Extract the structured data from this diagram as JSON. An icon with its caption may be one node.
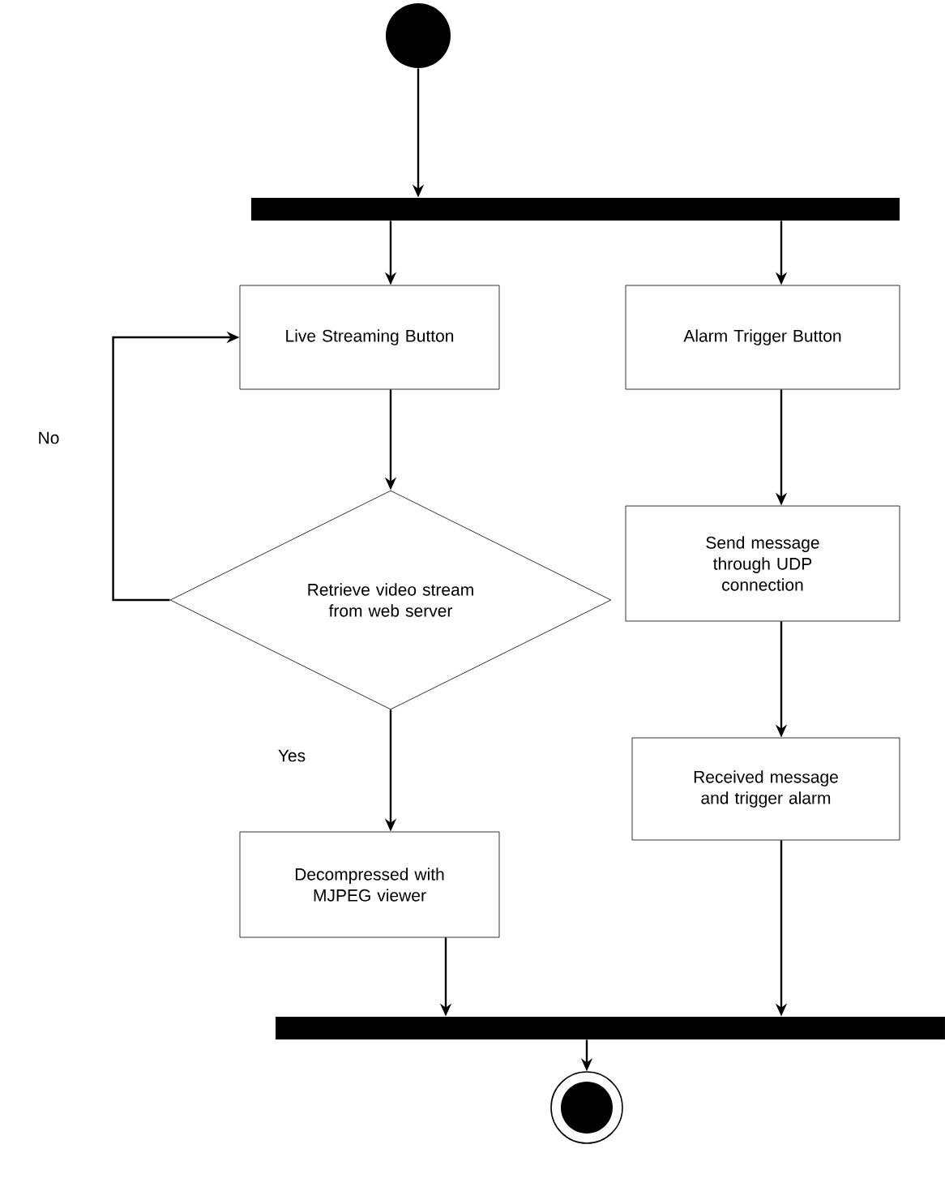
{
  "diagram": {
    "nodes": [
      {
        "text": [],
        "shape": "circle"
      },
      {
        "text": [],
        "shape": "bar"
      },
      {
        "text": [
          "Live Streaming Button"
        ]
      },
      {
        "text": [
          "Alarm Trigger Button"
        ]
      },
      {
        "text": [
          "Retrieve video stream from web server"
        ]
      },
      {
        "text": [
          "Send message through UDP connection"
        ]
      },
      {
        "text": [
          "Received message and trigger alarm"
        ]
      },
      {
        "text": [
          "Decompressed with MJPEG viewer"
        ]
      },
      {
        "text": [],
        "shape": "bar"
      },
      {
        "text": [],
        "shape": "circle"
      }
    ],
    "edges": [
      {
        "from": 0,
        "to": 1,
        "arrow": "to"
      },
      {
        "from": 1,
        "to": 2,
        "arrow": "to"
      },
      {
        "from": 1,
        "to": 3,
        "arrow": "to"
      },
      {
        "from": 2,
        "to": 4,
        "arrow": "to"
      },
      {
        "from": 4,
        "to": 2,
        "arrow": "to",
        "label": "No"
      },
      {
        "from": 4,
        "to": 7,
        "arrow": "to",
        "label": "Yes"
      },
      {
        "from": 3,
        "to": 5,
        "arrow": "to"
      },
      {
        "from": 5,
        "to": 6,
        "arrow": "to"
      },
      {
        "from": 7,
        "to": 8,
        "arrow": "to"
      },
      {
        "from": 6,
        "to": 8,
        "arrow": "to"
      },
      {
        "from": 8,
        "to": 9,
        "arrow": "to"
      }
    ]
  }
}
